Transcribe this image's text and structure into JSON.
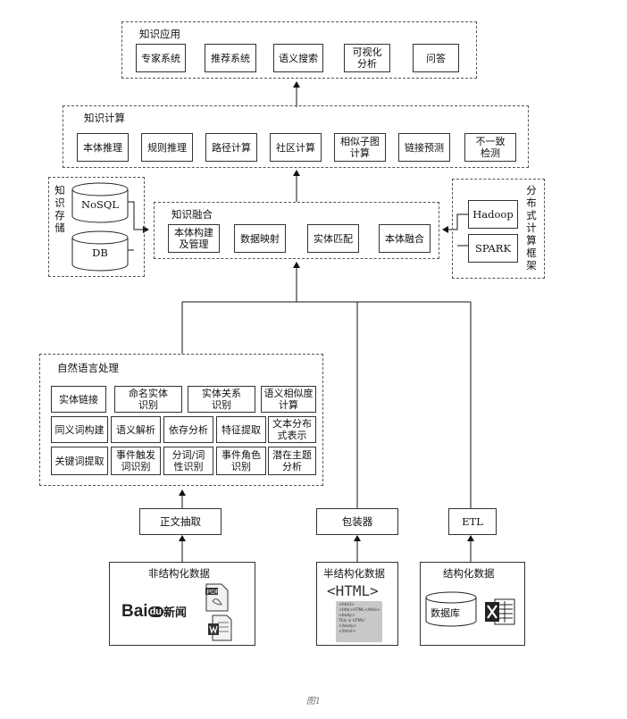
{
  "knowledge_application": {
    "title": "知识应用",
    "items": [
      "专家系统",
      "推荐系统",
      "语义搜索",
      "可视化\n分析",
      "问答"
    ]
  },
  "knowledge_computation": {
    "title": "知识计算",
    "items": [
      "本体推理",
      "规则推理",
      "路径计算",
      "社区计算",
      "相似子图\n计算",
      "链接预测",
      "不一致\n检测"
    ]
  },
  "knowledge_fusion": {
    "title": "知识融合",
    "items": [
      "本体构建\n及管理",
      "数据映射",
      "实体匹配",
      "本体融合"
    ]
  },
  "knowledge_storage": {
    "title": "知识存储",
    "items": [
      "NoSQL",
      "DB"
    ]
  },
  "distributed_framework": {
    "title": "分布式计算框架",
    "items": [
      "Hadoop",
      "SPARK"
    ]
  },
  "nlp": {
    "title": "自然语言处理",
    "rows": [
      [
        "实体链接",
        "命名实体\n识别",
        "实体关系\n识别",
        "语义相似度\n计算"
      ],
      [
        "同义词构建",
        "语义解析",
        "依存分析",
        "特征提取",
        "文本分布\n式表示"
      ],
      [
        "关键词提取",
        "事件触发\n词识别",
        "分词/词\n性识别",
        "事件角色\n识别",
        "潜在主题\n分析"
      ]
    ]
  },
  "processors": {
    "text_extraction": "正文抽取",
    "wrapper": "包装器",
    "etl": "ETL"
  },
  "sources": {
    "unstructured": {
      "title": "非结构化数据",
      "baidu_logo_text": "Bai",
      "baidu_logo_paw": "du",
      "baidu_logo_news": "新闻",
      "pdf_label": "PDF"
    },
    "semi_structured": {
      "title": "半结构化数据",
      "html_tag": "<HTML>",
      "html_lines": [
        "<html>",
        "<title>HTML</title>",
        "<body>",
        "This is HTML!",
        "</body>",
        "</html>"
      ]
    },
    "structured": {
      "title": "结构化数据",
      "database_label": "数据库"
    }
  },
  "caption": "图1"
}
